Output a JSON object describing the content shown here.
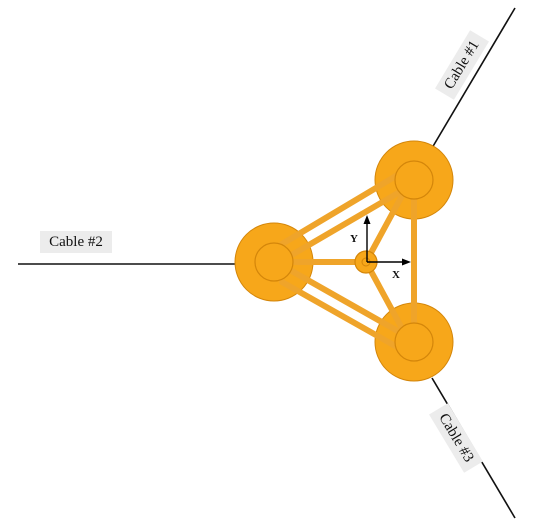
{
  "diagram": {
    "cables": [
      {
        "id": "cable-1",
        "label": "Cable #1"
      },
      {
        "id": "cable-2",
        "label": "Cable #2"
      },
      {
        "id": "cable-3",
        "label": "Cable #3"
      }
    ],
    "axes": {
      "x_label": "X",
      "y_label": "Y"
    },
    "colors": {
      "column_fill": "#F7A71A",
      "column_stroke": "#D4860A",
      "brace_color": "#EFA42A",
      "center_fill": "#F7A71A",
      "cable_color": "#111111",
      "label_background": "#ECECEC"
    }
  }
}
